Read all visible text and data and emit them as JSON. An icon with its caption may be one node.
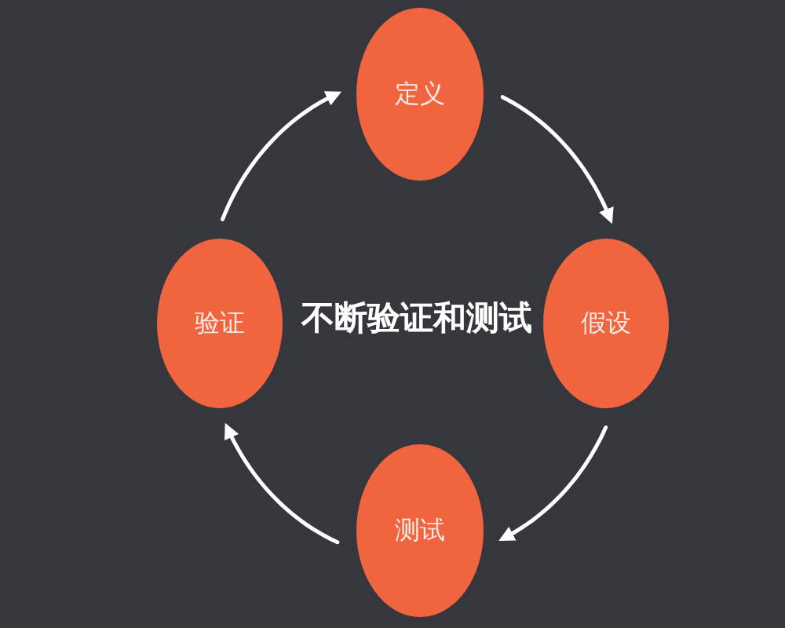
{
  "diagram": {
    "nodes": [
      {
        "text": [
          "定义"
        ]
      },
      {
        "text": [
          "验证"
        ]
      },
      {
        "text": [
          "假设"
        ]
      },
      {
        "text": [
          "测试"
        ]
      }
    ],
    "edges": [
      {
        "from": 0,
        "to": 2,
        "arrow": "to"
      },
      {
        "from": 2,
        "to": 3,
        "arrow": "to"
      },
      {
        "from": 3,
        "to": 1,
        "arrow": "to"
      },
      {
        "from": 1,
        "to": 0,
        "arrow": "to"
      }
    ],
    "labels": [
      "不断验证和测试"
    ]
  }
}
